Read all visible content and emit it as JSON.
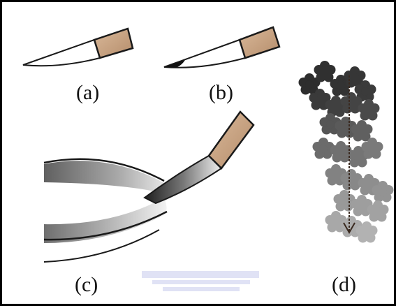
{
  "figure": {
    "labels": {
      "a": "(a)",
      "b": "(b)",
      "c": "(c)",
      "d": "(d)"
    }
  },
  "colors": {
    "ferrule": "#c49f7e",
    "ink_dark": "#2f2f2f",
    "ink_mid": "#6c6c6c",
    "ink_light": "#aaaaaa",
    "watermark": "#5b63c9"
  }
}
